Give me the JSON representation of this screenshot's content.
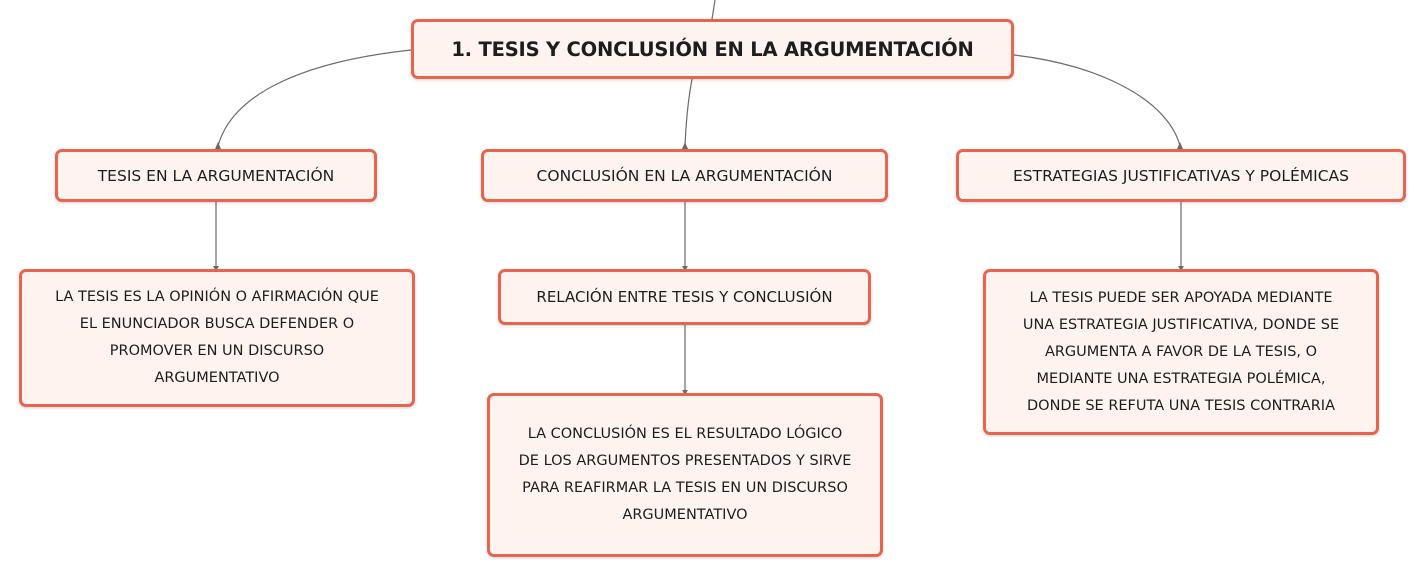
{
  "diagram": {
    "root": {
      "label": "1. TESIS Y CONCLUSIÓN EN LA ARGUMENTACIÓN"
    },
    "branches": [
      {
        "label": "TESIS EN LA ARGUMENTACIÓN",
        "children": [
          {
            "label": "LA TESIS ES LA OPINIÓN O AFIRMACIÓN QUE EL ENUNCIADOR BUSCA DEFENDER O PROMOVER EN UN DISCURSO ARGUMENTATIVO",
            "lines": [
              "LA TESIS ES LA OPINIÓN O AFIRMACIÓN QUE",
              "EL ENUNCIADOR BUSCA DEFENDER O",
              "PROMOVER EN UN DISCURSO",
              "ARGUMENTATIVO"
            ]
          }
        ]
      },
      {
        "label": "CONCLUSIÓN EN LA ARGUMENTACIÓN",
        "children": [
          {
            "label": "RELACIÓN ENTRE TESIS Y CONCLUSIÓN",
            "children": [
              {
                "label": "LA CONCLUSIÓN ES EL RESULTADO LÓGICO DE LOS ARGUMENTOS PRESENTADOS Y SIRVE PARA REAFIRMAR LA TESIS EN UN DISCURSO ARGUMENTATIVO",
                "lines": [
                  "LA CONCLUSIÓN ES EL RESULTADO LÓGICO",
                  "DE LOS ARGUMENTOS PRESENTADOS Y SIRVE",
                  "PARA REAFIRMAR LA TESIS EN UN DISCURSO",
                  "ARGUMENTATIVO"
                ]
              }
            ]
          }
        ]
      },
      {
        "label": "ESTRATEGIAS JUSTIFICATIVAS Y POLÉMICAS",
        "children": [
          {
            "label": "LA TESIS PUEDE SER APOYADA MEDIANTE UNA ESTRATEGIA JUSTIFICATIVA, DONDE SE ARGUMENTA A FAVOR DE LA TESIS, O MEDIANTE UNA ESTRATEGIA POLÉMICA, DONDE SE REFUTA UNA TESIS CONTRARIA",
            "lines": [
              "LA TESIS PUEDE SER APOYADA MEDIANTE",
              "UNA ESTRATEGIA JUSTIFICATIVA, DONDE SE",
              "ARGUMENTA A FAVOR DE LA TESIS, O",
              "MEDIANTE UNA ESTRATEGIA POLÉMICA,",
              "DONDE SE REFUTA UNA TESIS CONTRARIA"
            ]
          }
        ]
      }
    ]
  },
  "colors": {
    "node_border": "#e5654f",
    "node_fill": "#fff3f0",
    "connector": "#6b6b6b",
    "text": "#1d1d1d"
  }
}
